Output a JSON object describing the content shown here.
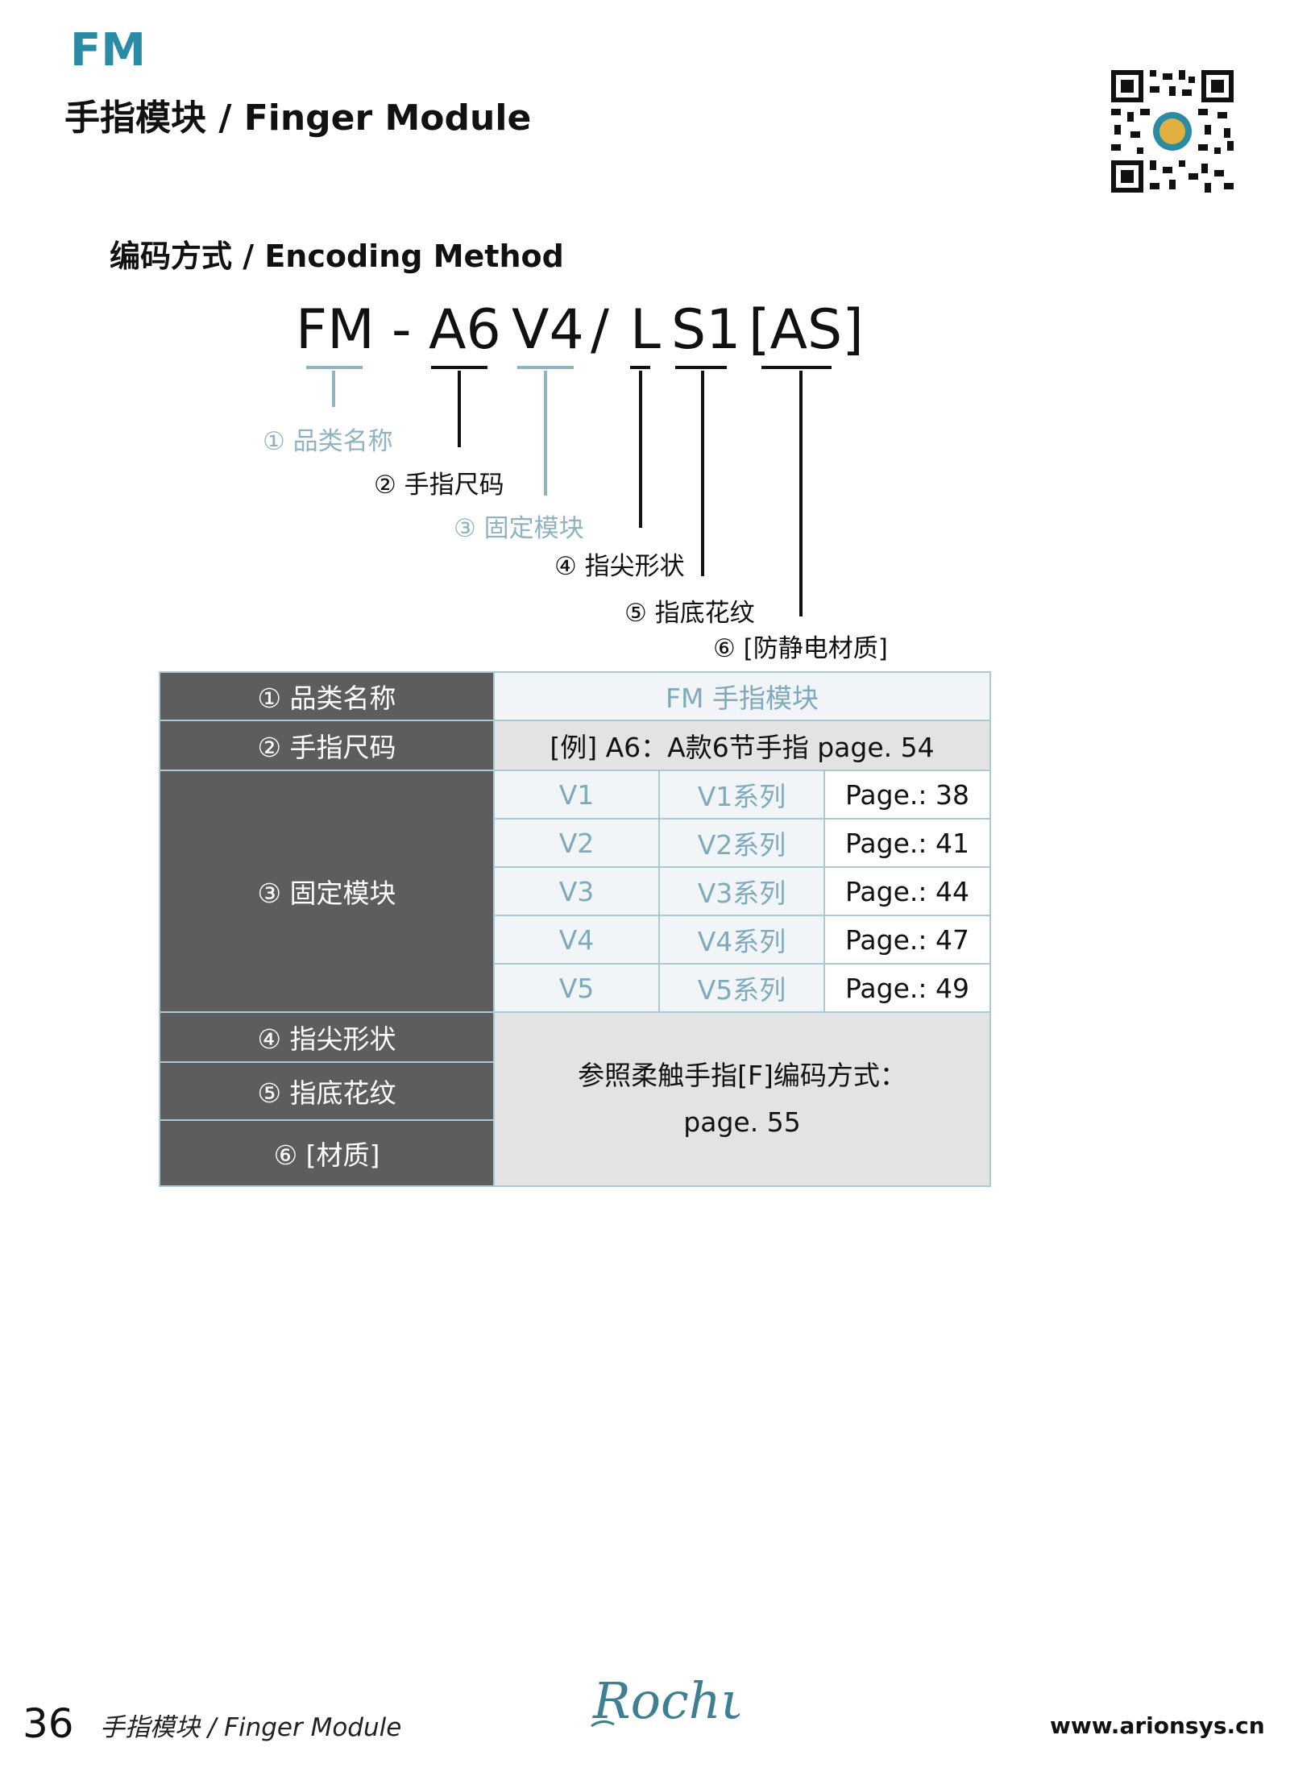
{
  "header": {
    "brand": "FM",
    "subtitle": "手指模块 / Finger Module"
  },
  "section_title": "编码方式 / Encoding Method",
  "code": {
    "parts": [
      "FM",
      "-",
      "A6",
      "V4",
      "/",
      "L",
      "S1",
      "[AS]"
    ]
  },
  "callouts": [
    "① 品类名称",
    "② 手指尺码",
    "③ 固定模块",
    "④ 指尖形状",
    "⑤ 指底花纹",
    "⑥ [防静电材质]"
  ],
  "table": {
    "row1": {
      "label": "① 品类名称",
      "value": "FM 手指模块"
    },
    "row2": {
      "label": "② 手指尺码",
      "value": "[例]  A6：A款6节手指  page. 54"
    },
    "row3": {
      "label": "③ 固定模块",
      "rows": [
        {
          "code": "V1",
          "series": "V1系列",
          "page": "Page.: 38"
        },
        {
          "code": "V2",
          "series": "V2系列",
          "page": "Page.: 41"
        },
        {
          "code": "V3",
          "series": "V3系列",
          "page": "Page.: 44"
        },
        {
          "code": "V4",
          "series": "V4系列",
          "page": "Page.: 47"
        },
        {
          "code": "V5",
          "series": "V5系列",
          "page": "Page.: 49"
        }
      ]
    },
    "row4_label": "④ 指尖形状",
    "row5_label": "⑤ 指底花纹",
    "row6_label": "⑥ [材质]",
    "ref_line1": "参照柔触手指[F]编码方式：",
    "ref_line2": "page. 55"
  },
  "footer": {
    "page_number": "36",
    "title": "手指模块 / Finger Module",
    "logo_text": "Rochu",
    "url": "www.arionsys.cn"
  },
  "colors": {
    "accent_teal": "#2b8ba5",
    "callout_blue": "#8fb3c3",
    "label_dark": "#5d5d5d",
    "border": "#aac8d6"
  },
  "icons": [
    "qr-code-icon",
    "rochu-logo"
  ]
}
